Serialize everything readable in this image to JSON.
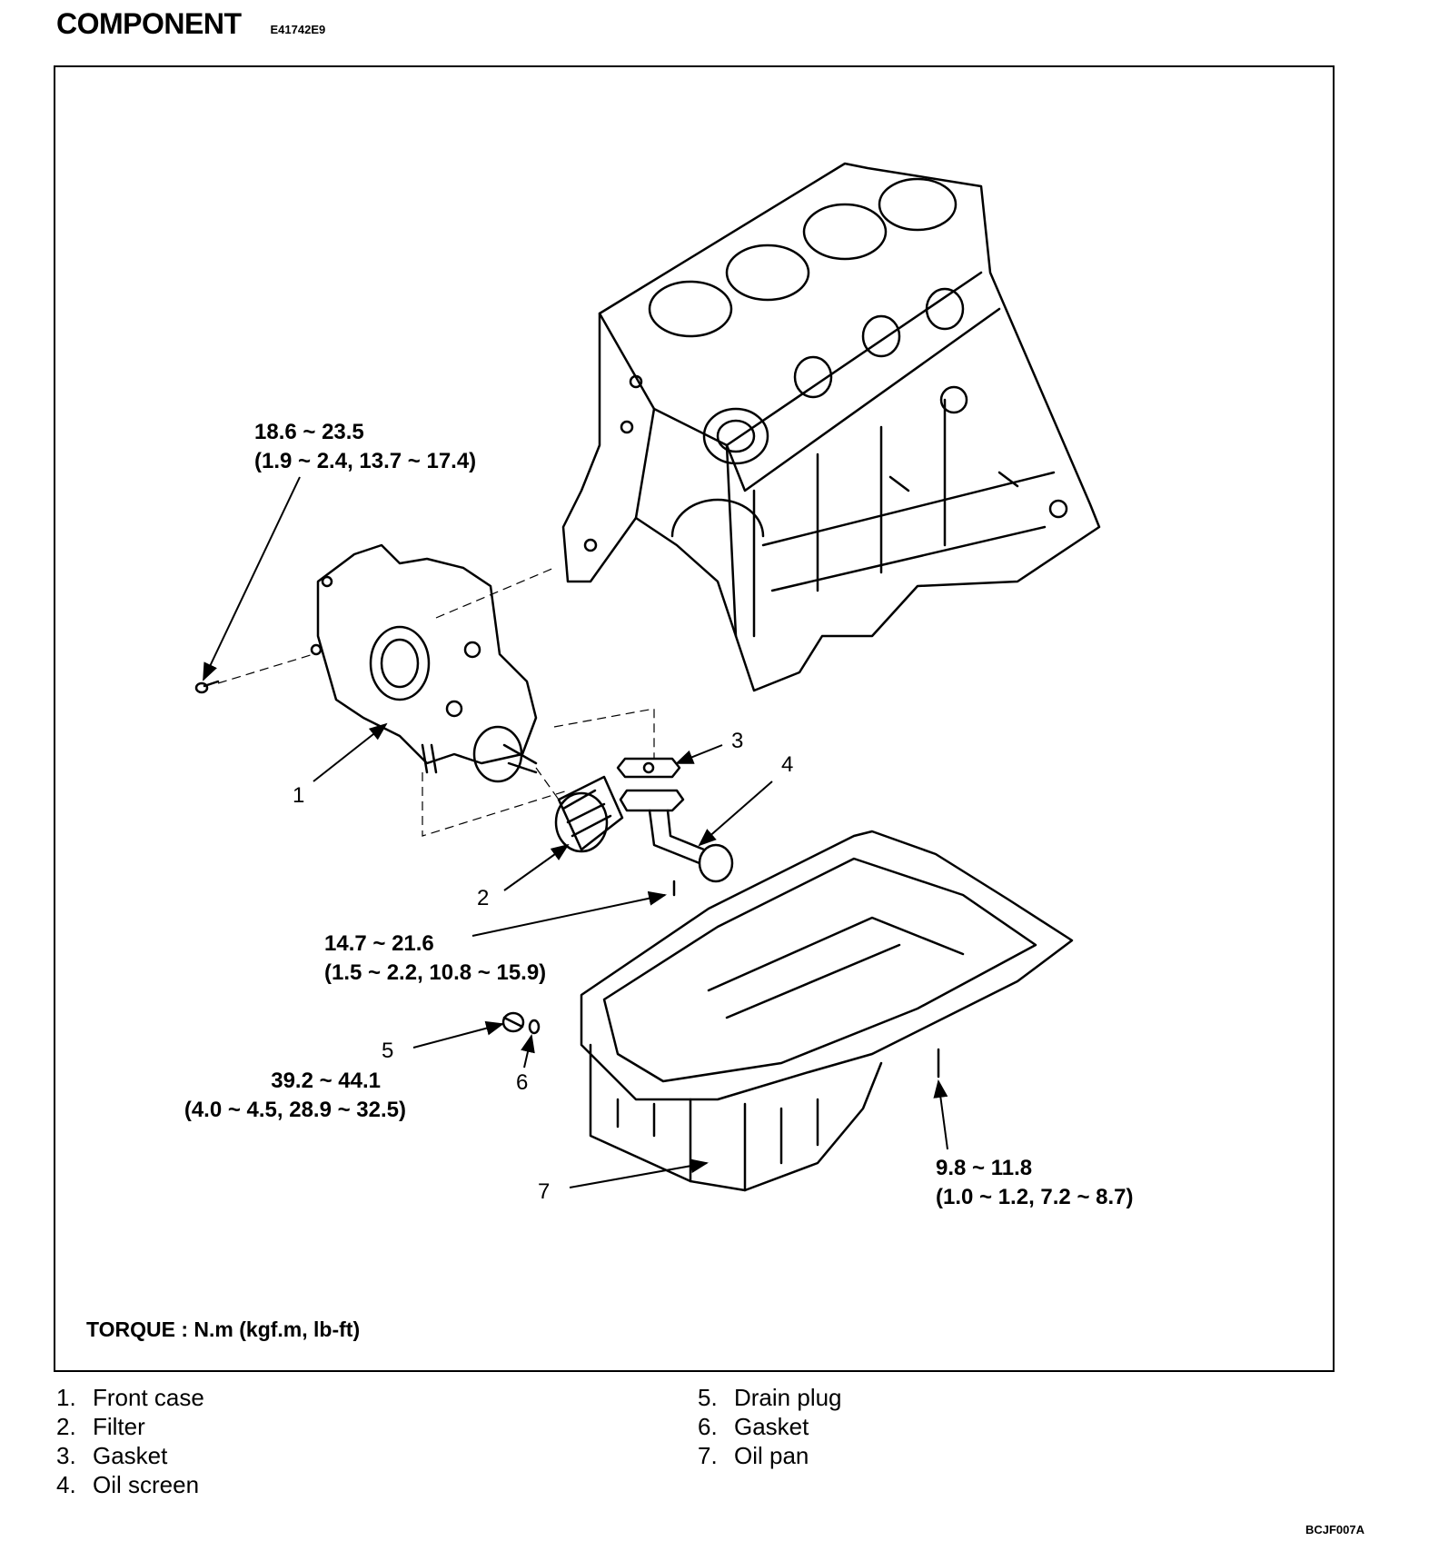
{
  "header": {
    "title": "COMPONENT",
    "code": "E41742E9"
  },
  "torques": {
    "front_case_bolt": {
      "nm": "18.6 ~ 23.5",
      "alt": "(1.9 ~ 2.4, 13.7 ~ 17.4)"
    },
    "screen_bolt": {
      "nm": "14.7 ~ 21.6",
      "alt": "(1.5 ~ 2.2, 10.8 ~ 15.9)"
    },
    "drain_plug": {
      "nm": "39.2 ~ 44.1",
      "alt": "(4.0 ~ 4.5, 28.9 ~ 32.5)"
    },
    "pan_bolt": {
      "nm": "9.8 ~ 11.8",
      "alt": "(1.0 ~ 1.2, 7.2 ~ 8.7)"
    }
  },
  "callouts": [
    "1",
    "2",
    "3",
    "4",
    "5",
    "6",
    "7"
  ],
  "torque_unit": "TORQUE : N.m (kgf.m, lb-ft)",
  "legend": [
    {
      "num": "1.",
      "label": "Front case"
    },
    {
      "num": "2.",
      "label": "Filter"
    },
    {
      "num": "3.",
      "label": "Gasket"
    },
    {
      "num": "4.",
      "label": "Oil screen"
    },
    {
      "num": "5.",
      "label": "Drain plug"
    },
    {
      "num": "6.",
      "label": "Gasket"
    },
    {
      "num": "7.",
      "label": "Oil pan"
    }
  ],
  "figure_code": "BCJF007A"
}
